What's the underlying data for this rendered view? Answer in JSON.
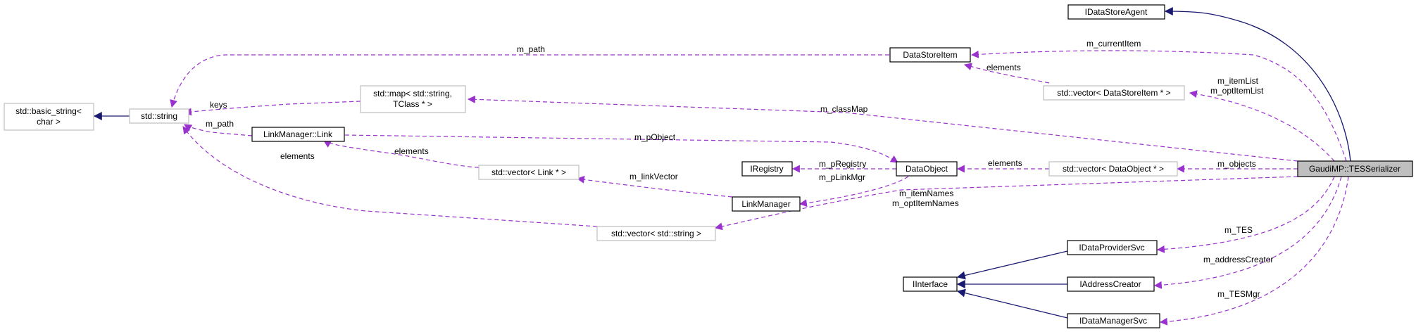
{
  "nodes": {
    "idatastoreagent": "IDataStoreAgent",
    "datastoreitem": "DataStoreItem",
    "vec_datastoreitem": "std::vector< DataStoreItem * >",
    "map_tclass_l1": "std::map< std::string,",
    "map_tclass_l2": "TClass * >",
    "basic_string_l1": "std::basic_string<",
    "basic_string_l2": "char >",
    "stdstring": "std::string",
    "linkmanager_link": "LinkManager::Link",
    "vec_link": "std::vector< Link * >",
    "iregistry": "IRegistry",
    "dataobject": "DataObject",
    "vec_dataobject": "std::vector< DataObject * >",
    "linkmanager": "LinkManager",
    "vec_string": "std::vector< std::string >",
    "tesserializer": "GaudiMP::TESSerializer",
    "idataprovidersvc": "IDataProviderSvc",
    "iinterface": "IInterface",
    "iaddresscreator": "IAddressCreator",
    "idatamanagersvc": "IDataManagerSvc"
  },
  "edge_labels": {
    "m_path_top": "m_path",
    "m_currentitem": "m_currentItem",
    "elements_dsi": "elements",
    "m_itemlist_l1": "m_itemList",
    "m_itemlist_l2": "m_optItemList",
    "keys": "keys",
    "m_classmap": "m_classMap",
    "m_path_link": "m_path",
    "m_pobject": "m_pObject",
    "elements_link": "elements",
    "m_pregistry": "m_pRegistry",
    "elements_do": "elements",
    "m_objects": "m_objects",
    "elements_string": "elements",
    "m_plinkmgr": "m_pLinkMgr",
    "m_linkvector": "m_linkVector",
    "m_itemnames_l1": "m_itemNames",
    "m_itemnames_l2": "m_optItemNames",
    "m_tes": "m_TES",
    "m_addresscreator": "m_addressCreator",
    "m_tesmgr": "m_TESMgr"
  },
  "colors": {
    "usage_edge": "#9a32cd",
    "inheritance_edge": "#191970",
    "focus_node_fill": "#bfbfbf",
    "external_node_border": "#bfbfbf"
  }
}
